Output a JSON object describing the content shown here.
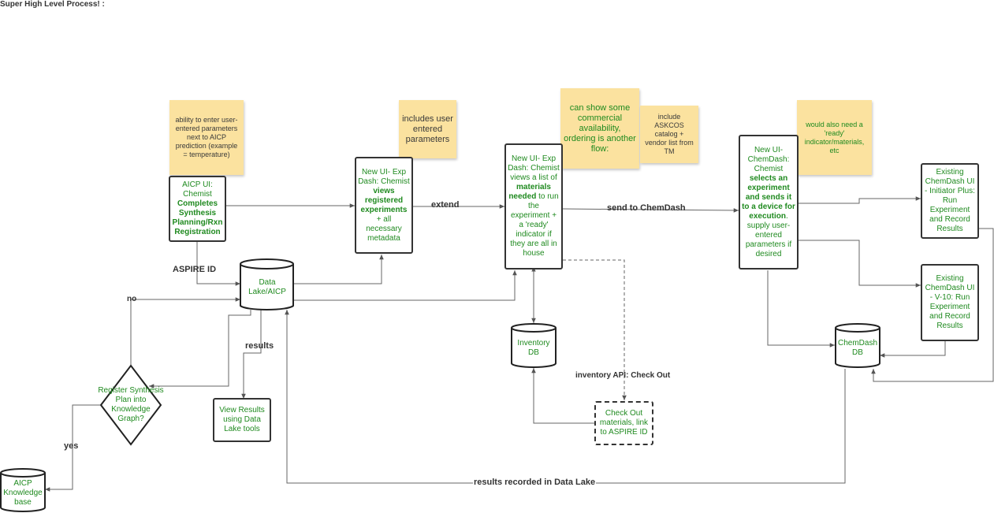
{
  "title": "Super High Level Process! :",
  "stickies": {
    "aicp_params": "ability to enter user-entered parameters next to AICP prediction (example = temperature)",
    "user_params": "includes user entered parameters",
    "commercial": "can show some commercial availability, ordering is another flow:",
    "askcos": "include ASKCOS catalog + vendor list from TM",
    "ready": "would also need a 'ready' indicator/materials, etc"
  },
  "nodes": {
    "aicp_ui": {
      "pre": "AICP UI: Chemist ",
      "bold": "Completes Synthesis Planning/Rxn Registration"
    },
    "exp_dash_1": {
      "pre": "New UI- Exp Dash: Chemist ",
      "bold": "views registered experiments",
      "post": " + all necessary metadata"
    },
    "exp_dash_2": {
      "pre": "New UI- Exp Dash: Chemist views a list of ",
      "bold": "materials needed",
      "post": " to run the experiment + a 'ready' indicator if they are all in house"
    },
    "chemdash": {
      "pre": "New UI-ChemDash: Chemist ",
      "bold": "selects an experiment and sends it to a device for execution",
      "post": ". supply user-entered parameters if desired"
    },
    "initiator": "Existing ChemDash UI - Initiator Plus: Run Experiment and Record Results",
    "v10": "Existing ChemDash UI - V-10: Run Experiment and Record Results",
    "data_lake": "Data Lake/AICP",
    "inventory_db": "Inventory DB",
    "chemdash_db": "ChemDash DB",
    "aicp_kb": "AICP Knowledge base",
    "register": "Register Synthesis Plan into Knowledge Graph?",
    "view_results": "View Results using Data Lake tools",
    "checkout": "Check Out materials, link to ASPIRE ID"
  },
  "edge_labels": {
    "extend": "extend",
    "send": "send to ChemDash",
    "aspire": "ASPIRE ID",
    "results": "results",
    "no": "no",
    "yes": "yes",
    "inventory_api": "inventory API: Check Out",
    "recorded": "results recorded in Data Lake"
  },
  "colors": {
    "node_text": "#1f8a1f",
    "sticky": "#fbe29f",
    "stroke": "#333333"
  }
}
